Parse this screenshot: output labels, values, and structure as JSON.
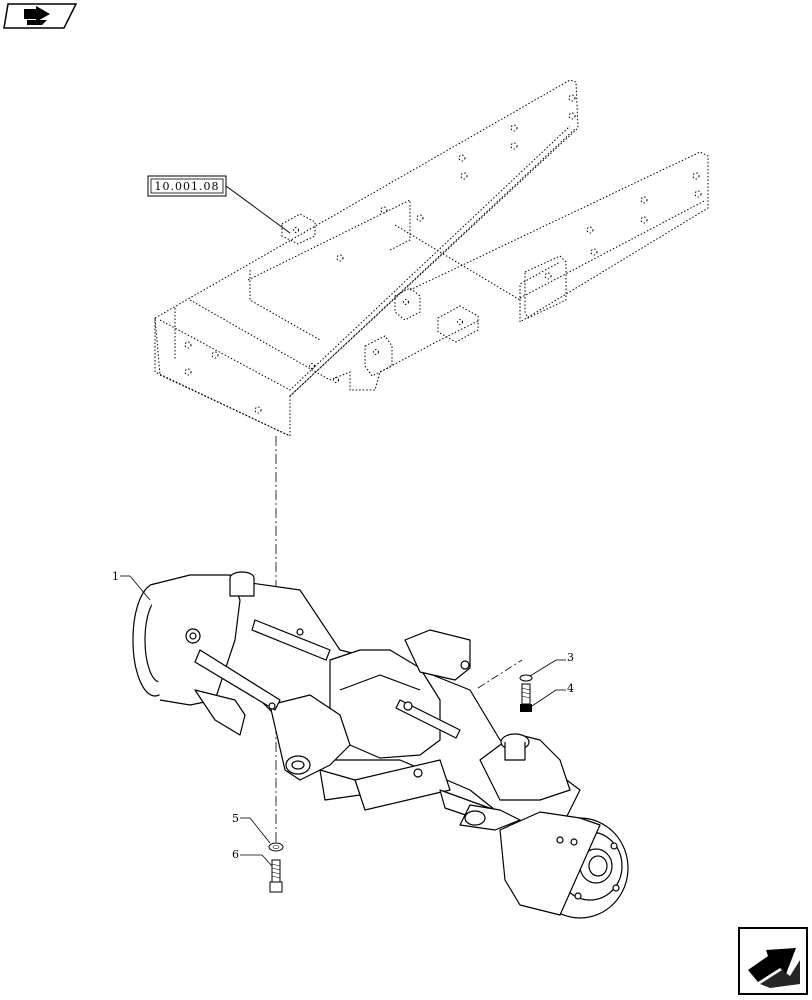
{
  "reference_box": {
    "label": "10.001.08"
  },
  "callouts": [
    {
      "id": "1",
      "text": "1"
    },
    {
      "id": "3",
      "text": "3"
    },
    {
      "id": "4",
      "text": "4"
    },
    {
      "id": "5",
      "text": "5"
    },
    {
      "id": "6",
      "text": "6"
    }
  ],
  "icons": {
    "top_left": "book-arrow-icon",
    "bottom_right": "next-page-arrow-icon"
  }
}
